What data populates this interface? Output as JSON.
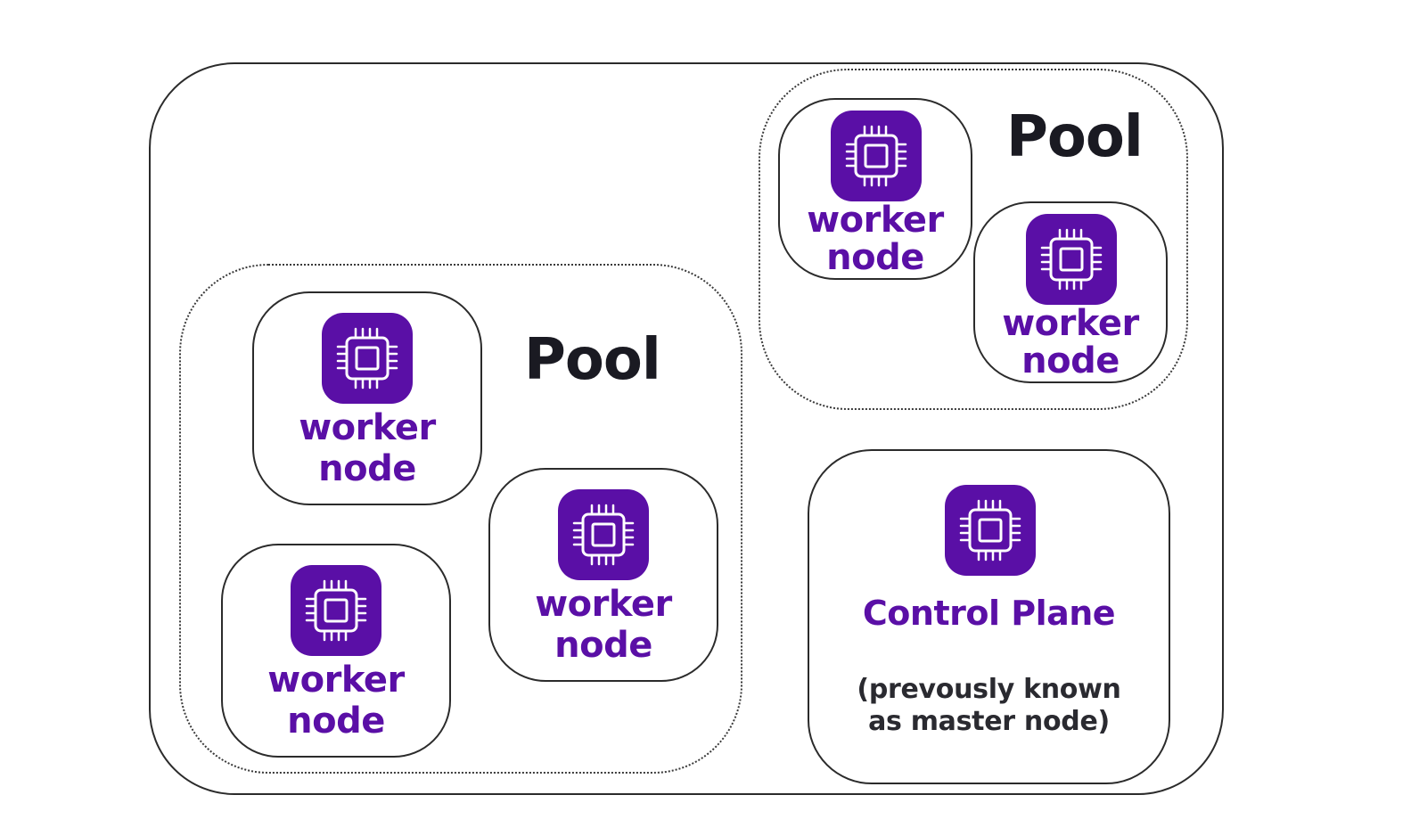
{
  "diagram": {
    "pools": [
      {
        "label": "Pool",
        "nodes": [
          {
            "line1": "worker",
            "line2": "node",
            "icon": "cpu-chip-icon"
          },
          {
            "line1": "worker",
            "line2": "node",
            "icon": "cpu-chip-icon"
          },
          {
            "line1": "worker",
            "line2": "node",
            "icon": "cpu-chip-icon"
          }
        ]
      },
      {
        "label": "Pool",
        "nodes": [
          {
            "line1": "worker",
            "line2": "node",
            "icon": "cpu-chip-icon"
          },
          {
            "line1": "worker",
            "line2": "node",
            "icon": "cpu-chip-icon"
          }
        ]
      }
    ],
    "control_plane": {
      "title": "Control Plane",
      "subtitle_line1": "(prevously known",
      "subtitle_line2": "as master node)",
      "icon": "cpu-chip-icon"
    }
  },
  "colors": {
    "accent": "#5a0fa6",
    "text_dark": "#1a1a22",
    "border": "#2b2b2b"
  }
}
